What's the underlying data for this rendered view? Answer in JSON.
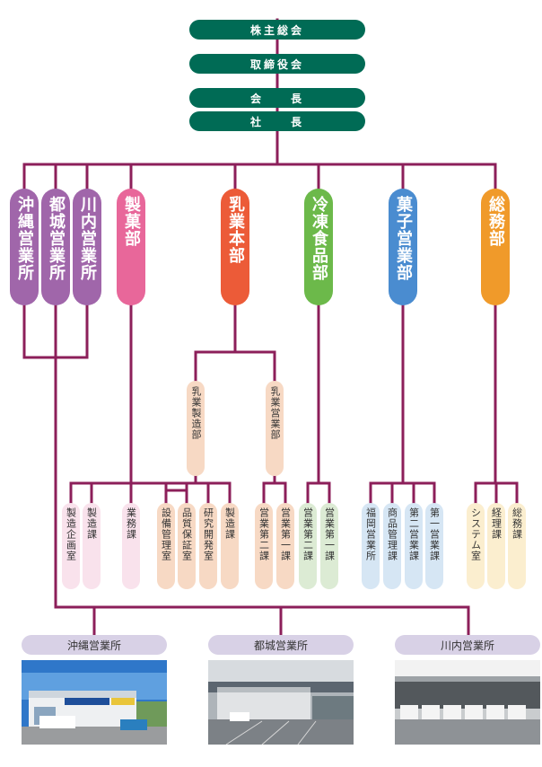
{
  "top": [
    {
      "name": "shareholders-meeting",
      "label": "株主総会"
    },
    {
      "name": "board-of-directors",
      "label": "取締役会"
    },
    {
      "name": "chairman",
      "label": "会　　長"
    },
    {
      "name": "president",
      "label": "社　　長"
    }
  ],
  "departments": [
    {
      "name": "okinawa-office",
      "label": "沖縄営業所",
      "color": "#a066aa"
    },
    {
      "name": "miyakonojo-office",
      "label": "都城営業所",
      "color": "#a066aa"
    },
    {
      "name": "sendai-office",
      "label": "川内営業所",
      "color": "#a066aa"
    },
    {
      "name": "confectionery-mfg",
      "label": "製菓部",
      "color": "#e8679a"
    },
    {
      "name": "dairy-hq",
      "label": "乳業本部",
      "color": "#ec5b38"
    },
    {
      "name": "frozen-foods",
      "label": "冷凍食品部",
      "color": "#6cb94a"
    },
    {
      "name": "confectionery-sales",
      "label": "菓子営業部",
      "color": "#4a8cd0"
    },
    {
      "name": "general-affairs",
      "label": "総務部",
      "color": "#f09a2a"
    }
  ],
  "dairy_subdivisions": [
    {
      "name": "dairy-manufacturing",
      "label": "乳業製造部"
    },
    {
      "name": "dairy-sales",
      "label": "乳業営業部"
    }
  ],
  "sections": [
    {
      "name": "mfg-planning",
      "label": "製造企画室",
      "color": "#f9e2ec"
    },
    {
      "name": "mfg-section",
      "label": "製造課",
      "color": "#f9e2ec"
    },
    {
      "name": "operations",
      "label": "業務課",
      "color": "#f9e2ec"
    },
    {
      "name": "facilities",
      "label": "設備管理室",
      "color": "#f7d9c4"
    },
    {
      "name": "quality-assurance",
      "label": "品質保証室",
      "color": "#f7d9c4"
    },
    {
      "name": "research-dev",
      "label": "研究開発室",
      "color": "#f7d9c4"
    },
    {
      "name": "dairy-mfg-section",
      "label": "製造課",
      "color": "#f7d9c4"
    },
    {
      "name": "dairy-sales-2",
      "label": "営業第二課",
      "color": "#f7d9c4"
    },
    {
      "name": "dairy-sales-1",
      "label": "営業第一課",
      "color": "#f7d9c4"
    },
    {
      "name": "frozen-sales-2",
      "label": "営業第二課",
      "color": "#dcebd4"
    },
    {
      "name": "frozen-sales-1",
      "label": "営業第一課",
      "color": "#dcebd4"
    },
    {
      "name": "fukuoka-office",
      "label": "福岡営業所",
      "color": "#d6e6f4"
    },
    {
      "name": "product-mgmt",
      "label": "商品管理課",
      "color": "#d6e6f4"
    },
    {
      "name": "sales-2",
      "label": "第二営業課",
      "color": "#d6e6f4"
    },
    {
      "name": "sales-1",
      "label": "第一営業課",
      "color": "#d6e6f4"
    },
    {
      "name": "systems",
      "label": "システム室",
      "color": "#fbeecf"
    },
    {
      "name": "accounting",
      "label": "経理課",
      "color": "#fbeecf"
    },
    {
      "name": "general-section",
      "label": "総務課",
      "color": "#fbeecf"
    }
  ],
  "offices": [
    {
      "name": "okinawa",
      "label": "沖縄営業所"
    },
    {
      "name": "miyakonojo",
      "label": "都城営業所"
    },
    {
      "name": "sendai",
      "label": "川内営業所"
    }
  ],
  "colors": {
    "line": "#8c1f5a",
    "top": "#006b55"
  }
}
